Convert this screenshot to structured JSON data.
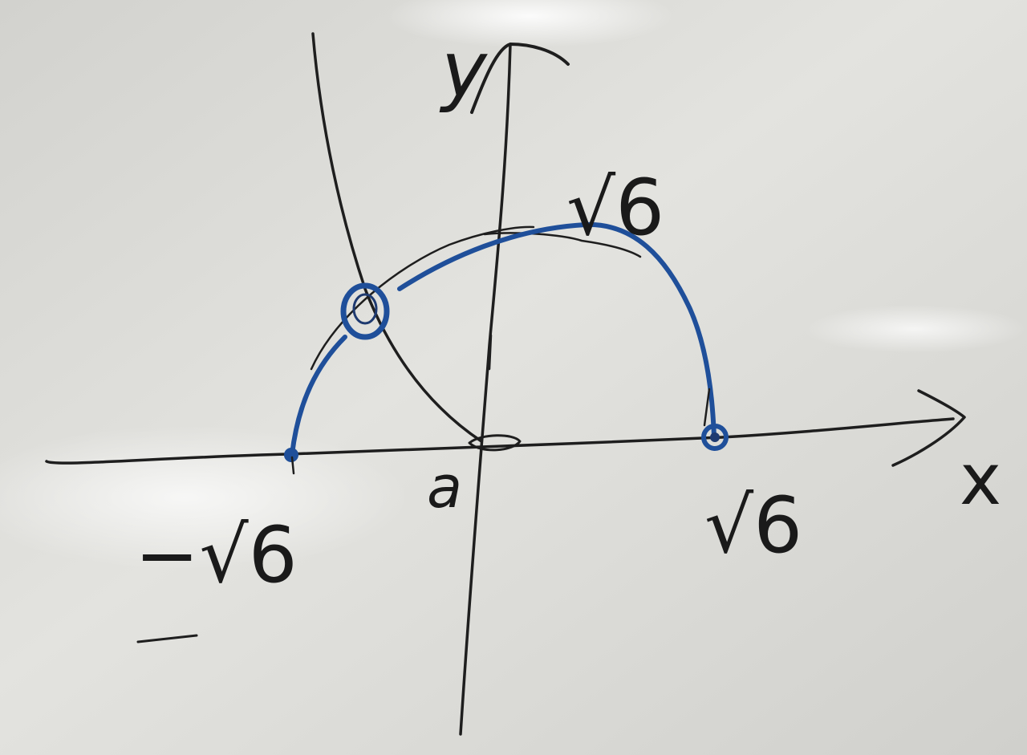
{
  "labels": {
    "y_axis": "y",
    "x_axis": "x",
    "origin": "a",
    "top_label": "√6",
    "right_label": "√6",
    "left_label": "−√6"
  },
  "colors": {
    "board": "#dcdcd8",
    "marker_black": "#1e1e1e",
    "marker_blue": "#1f4f9a"
  }
}
